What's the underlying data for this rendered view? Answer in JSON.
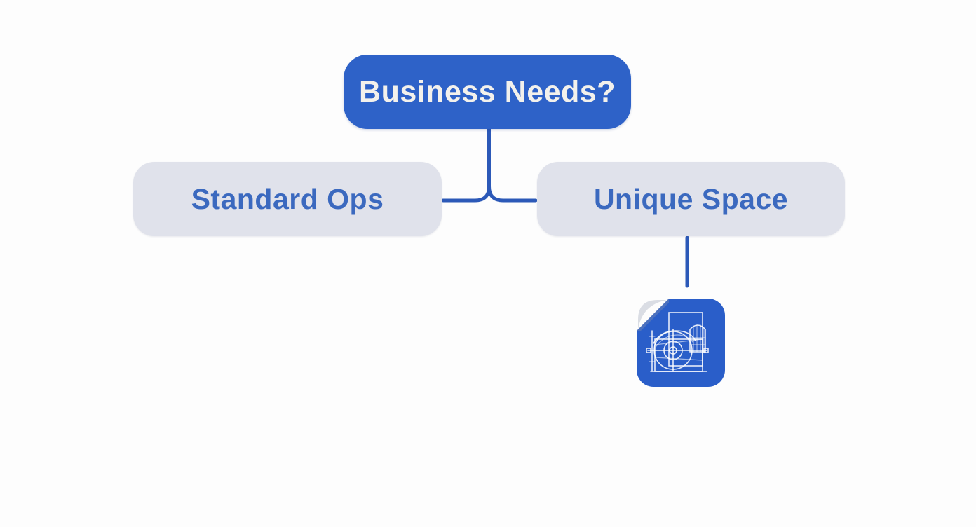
{
  "diagram": {
    "title": "Business needs decision flowchart",
    "root": {
      "label": "Business Needs?"
    },
    "children": [
      {
        "label": "Standard Ops"
      },
      {
        "label": "Unique Space"
      }
    ],
    "icons": [
      {
        "name": "blueprint-document-icon",
        "attached_to": "Unique Space"
      }
    ]
  },
  "colors": {
    "bg": "#fdfdfd",
    "node-blue": "#2e62c8",
    "node-gray": "#e0e2eb",
    "root-text": "#f3f1ec",
    "child-text": "#3b69bf",
    "line": "#2c59b8",
    "icon-blue": "#2a5ec9",
    "fold-gray": "#dadde4"
  }
}
